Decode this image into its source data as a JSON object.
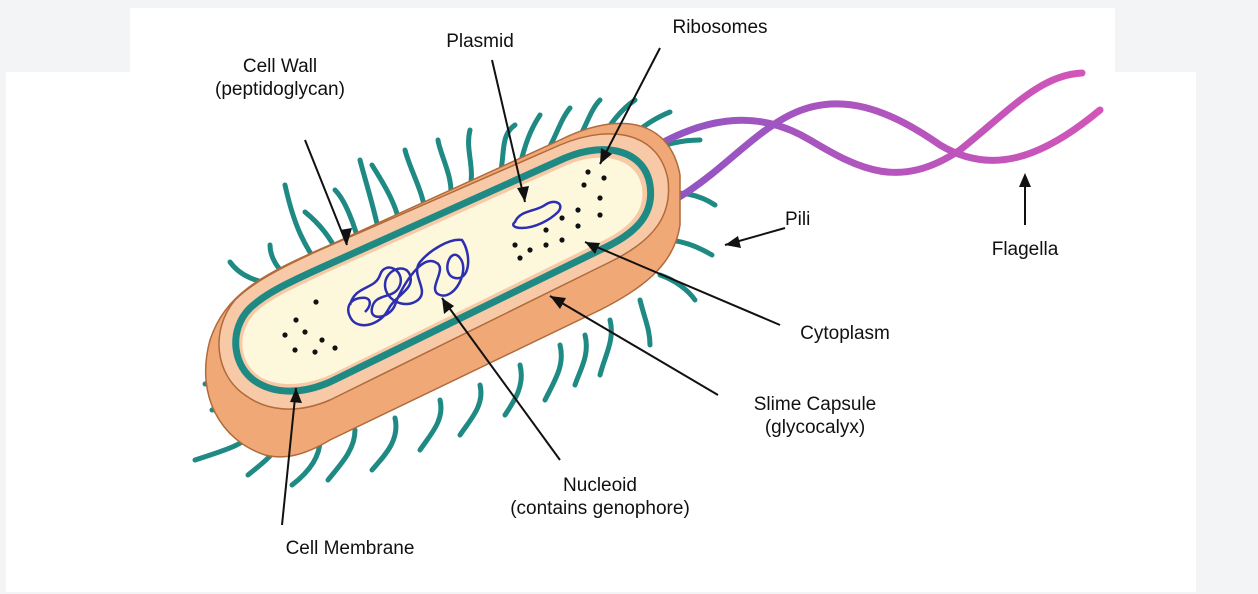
{
  "labels": {
    "cell_wall": [
      "Cell Wall",
      "(peptidoglycan)"
    ],
    "plasmid": "Plasmid",
    "ribosomes": "Ribosomes",
    "pili": "Pili",
    "flagella": "Flagella",
    "cytoplasm": "Cytoplasm",
    "slime_capsule": [
      "Slime Capsule",
      "(glycocalyx)"
    ],
    "nucleoid": [
      "Nucleoid",
      "(contains genophore)"
    ],
    "cell_membrane": "Cell Membrane"
  },
  "colors": {
    "capsule": "#f0a876",
    "cell_wall": "#f8c9a6",
    "membrane": "#1f8a84",
    "cytoplasm": "#fdf7dc",
    "pili": "#1f8a84",
    "flagella_start": "#8b55c4",
    "flagella_end": "#d255b8",
    "dna": "#2b2fb0",
    "leader": "#111111"
  }
}
